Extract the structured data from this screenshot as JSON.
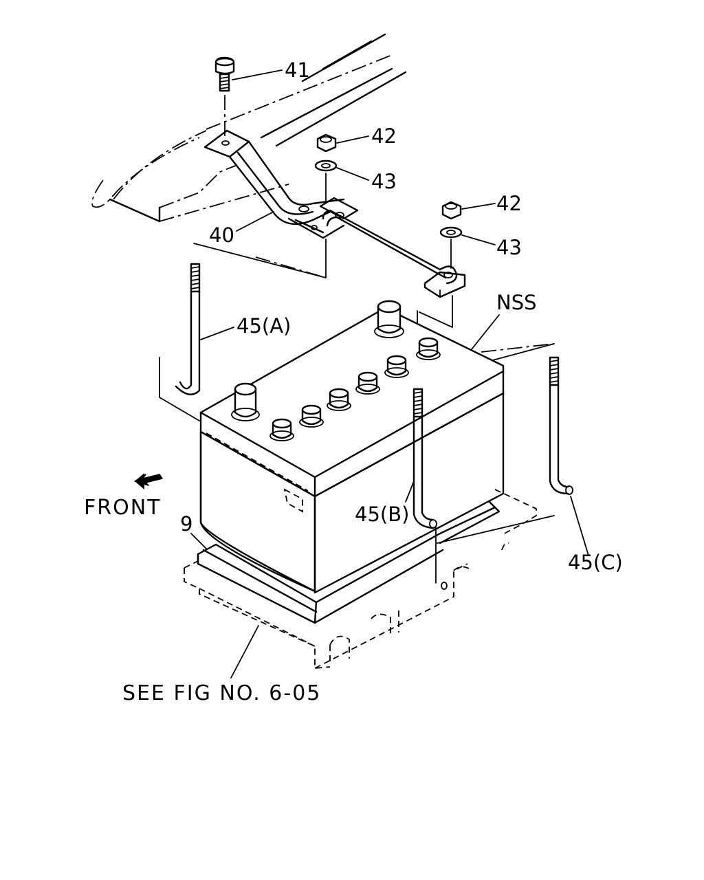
{
  "labels": {
    "bolt": "41",
    "nut_upper": "42",
    "washer_upper": "43",
    "nut_lower": "42",
    "washer_lower": "43",
    "hold_down_bracket": "40",
    "rod_a": "45(A)",
    "rod_b": "45(B)",
    "rod_c": "45(C)",
    "battery_tray": "9",
    "battery": "NSS",
    "front": "FRONT",
    "see_fig": "SEE FIG NO. 6-05"
  },
  "icons": {
    "front_arrow": "front-direction-arrow"
  }
}
